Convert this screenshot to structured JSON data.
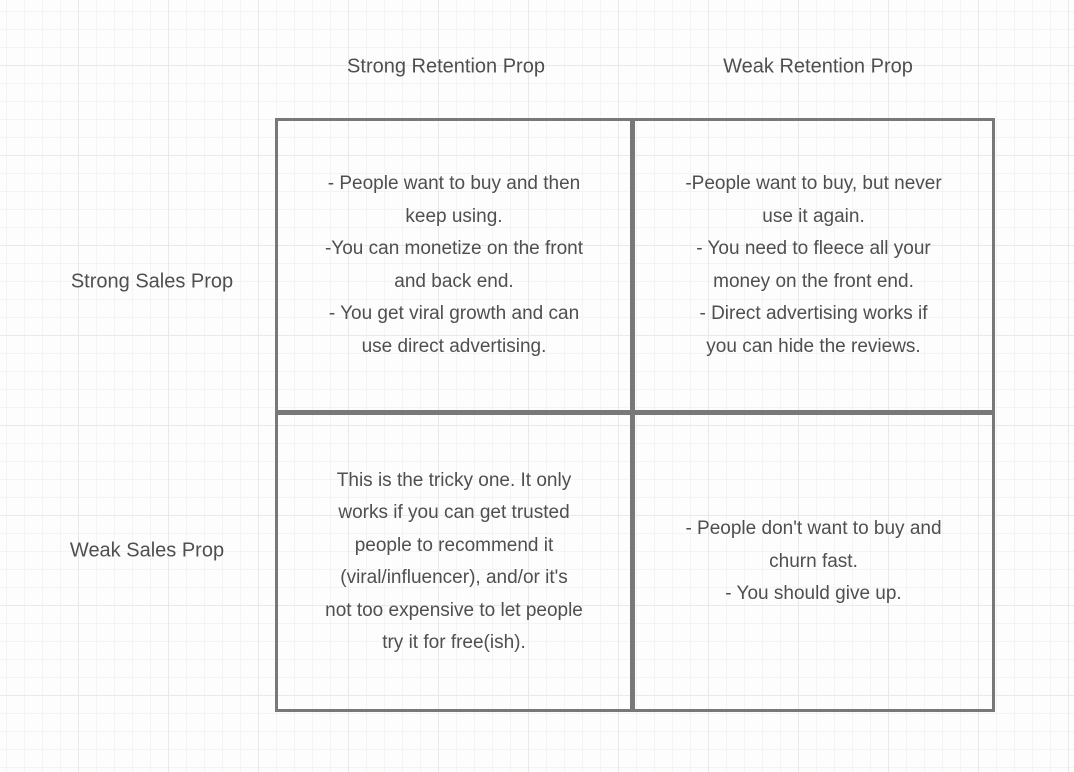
{
  "canvas": {
    "background_color": "#fdfdfd",
    "grid_minor_color": "#f4f4f6",
    "grid_major_color": "#e9e9ec"
  },
  "matrix": {
    "border_color": "#787878",
    "text_color": "#4f4f4f",
    "col_headers": [
      "Strong Retention Prop",
      "Weak Retention Prop"
    ],
    "row_headers": [
      "Strong Sales Prop",
      "Weak Sales Prop"
    ],
    "cells": [
      {
        "row": "Strong Sales Prop",
        "col": "Strong Retention Prop",
        "lines": [
          "- People want to buy and then",
          "keep using.",
          "-You can monetize on the front",
          "and back end.",
          "- You get viral growth and can",
          "use direct advertising."
        ]
      },
      {
        "row": "Strong Sales Prop",
        "col": "Weak Retention Prop",
        "lines": [
          "-People want to buy, but never",
          "use it again.",
          "- You need to fleece all your",
          "money on the front end.",
          "- Direct advertising works if",
          "you can hide the reviews."
        ]
      },
      {
        "row": "Weak Sales Prop",
        "col": "Strong Retention Prop",
        "lines": [
          "This is the tricky one. It only",
          "works if you can get trusted",
          "people to recommend it",
          "(viral/influencer), and/or it's",
          "not too expensive to let people",
          "try it for free(ish)."
        ]
      },
      {
        "row": "Weak Sales Prop",
        "col": "Weak Retention Prop",
        "lines": [
          "- People don't want to buy and",
          "churn fast.",
          "- You should give up."
        ]
      }
    ]
  }
}
